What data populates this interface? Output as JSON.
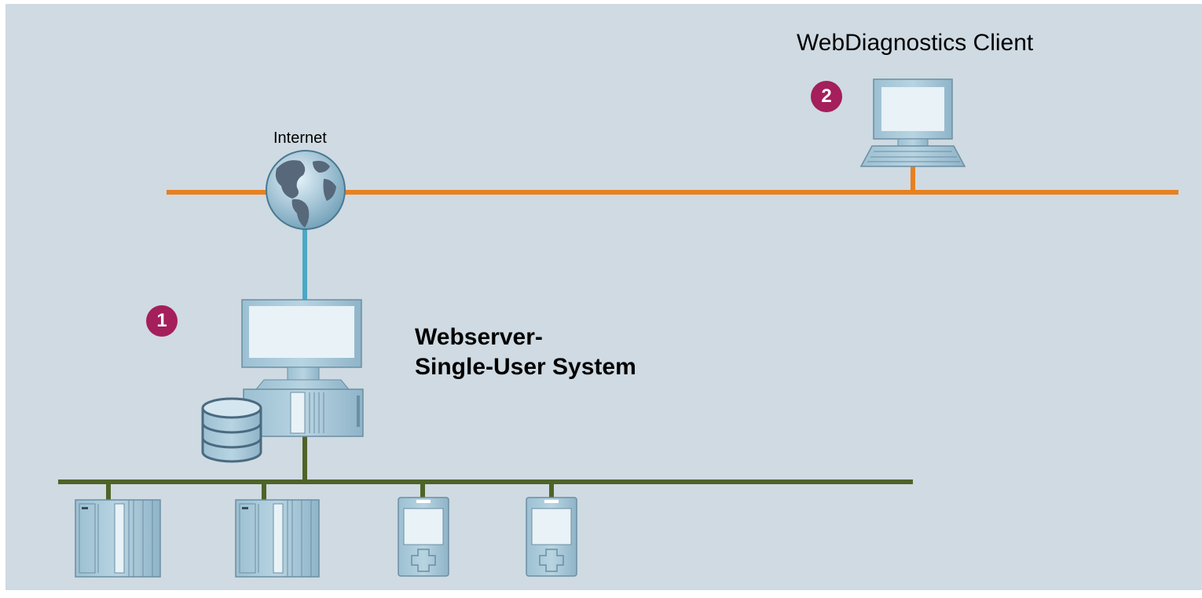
{
  "diagram": {
    "client_label": "WebDiagnostics Client",
    "internet_label": "Internet",
    "server_label_line1": "Webserver-",
    "server_label_line2": "Single-User System",
    "badges": [
      "1",
      "2"
    ]
  },
  "colors": {
    "background": "#cfdae2",
    "internet_bus": "#e8801f",
    "uplink": "#4aa8c4",
    "plant_bus": "#4f6328",
    "device_fill": "#a8c8d8",
    "badge": "#a41f5c"
  },
  "icons": [
    "globe-icon",
    "client-pc-icon",
    "server-pc-icon",
    "database-icon",
    "plc-icon",
    "controller-icon"
  ]
}
